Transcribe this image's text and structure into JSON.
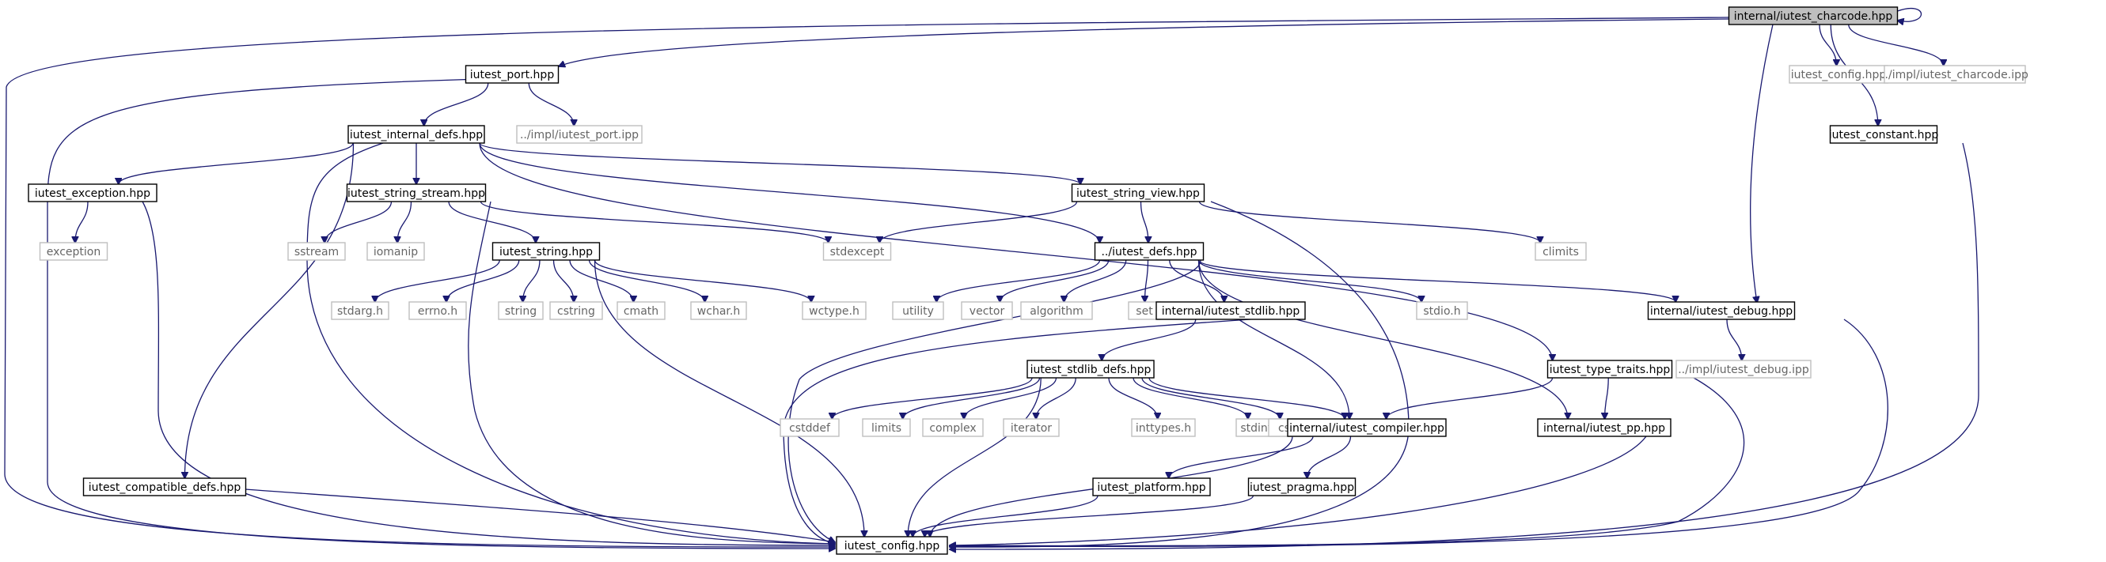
{
  "colors": {
    "edge": "#191970",
    "root_fill": "#bfbfbf",
    "external_border": "#bfbfbf",
    "external_text": "#666666"
  },
  "nodes": [
    {
      "id": "charcode",
      "label": "internal/iutest_charcode.hpp",
      "kind": "root"
    },
    {
      "id": "port",
      "label": "iutest_port.hpp",
      "kind": "local"
    },
    {
      "id": "cfg_top",
      "label": "iutest_config.hpp",
      "kind": "external"
    },
    {
      "id": "charcode_ipp",
      "label": "../impl/iutest_charcode.ipp",
      "kind": "external"
    },
    {
      "id": "internal_defs",
      "label": "iutest_internal_defs.hpp",
      "kind": "local"
    },
    {
      "id": "port_ipp",
      "label": "../impl/iutest_port.ipp",
      "kind": "external"
    },
    {
      "id": "constant",
      "label": "iutest_constant.hpp",
      "kind": "local"
    },
    {
      "id": "exception_hpp",
      "label": "iutest_exception.hpp",
      "kind": "local"
    },
    {
      "id": "string_stream",
      "label": "iutest_string_stream.hpp",
      "kind": "local"
    },
    {
      "id": "string_view",
      "label": "iutest_string_view.hpp",
      "kind": "local"
    },
    {
      "id": "exception",
      "label": "exception",
      "kind": "external"
    },
    {
      "id": "sstream",
      "label": "sstream",
      "kind": "external"
    },
    {
      "id": "iomanip",
      "label": "iomanip",
      "kind": "external"
    },
    {
      "id": "string_hpp",
      "label": "iutest_string.hpp",
      "kind": "local"
    },
    {
      "id": "stdexcept",
      "label": "stdexcept",
      "kind": "external"
    },
    {
      "id": "defs",
      "label": "../iutest_defs.hpp",
      "kind": "local"
    },
    {
      "id": "climits",
      "label": "climits",
      "kind": "external"
    },
    {
      "id": "stdarg",
      "label": "stdarg.h",
      "kind": "external"
    },
    {
      "id": "errno",
      "label": "errno.h",
      "kind": "external"
    },
    {
      "id": "string",
      "label": "string",
      "kind": "external"
    },
    {
      "id": "cstring",
      "label": "cstring",
      "kind": "external"
    },
    {
      "id": "cmath",
      "label": "cmath",
      "kind": "external"
    },
    {
      "id": "wchar",
      "label": "wchar.h",
      "kind": "external"
    },
    {
      "id": "wctype",
      "label": "wctype.h",
      "kind": "external"
    },
    {
      "id": "utility",
      "label": "utility",
      "kind": "external"
    },
    {
      "id": "vector",
      "label": "vector",
      "kind": "external"
    },
    {
      "id": "algorithm",
      "label": "algorithm",
      "kind": "external"
    },
    {
      "id": "set",
      "label": "set",
      "kind": "external"
    },
    {
      "id": "stdlib",
      "label": "internal/iutest_stdlib.hpp",
      "kind": "local"
    },
    {
      "id": "stdio",
      "label": "stdio.h",
      "kind": "external"
    },
    {
      "id": "debug",
      "label": "internal/iutest_debug.hpp",
      "kind": "local"
    },
    {
      "id": "debug_ipp",
      "label": "../impl/iutest_debug.ipp",
      "kind": "external"
    },
    {
      "id": "stdlib_defs",
      "label": "iutest_stdlib_defs.hpp",
      "kind": "local"
    },
    {
      "id": "type_traits",
      "label": "iutest_type_traits.hpp",
      "kind": "local"
    },
    {
      "id": "cstddef",
      "label": "cstddef",
      "kind": "external"
    },
    {
      "id": "limits",
      "label": "limits",
      "kind": "external"
    },
    {
      "id": "complex",
      "label": "complex",
      "kind": "external"
    },
    {
      "id": "iterator",
      "label": "iterator",
      "kind": "external"
    },
    {
      "id": "inttypes",
      "label": "inttypes.h",
      "kind": "external"
    },
    {
      "id": "stdint",
      "label": "stdint.h",
      "kind": "external"
    },
    {
      "id": "cstdlib",
      "label": "cstdlib",
      "kind": "external"
    },
    {
      "id": "compiler",
      "label": "internal/iutest_compiler.hpp",
      "kind": "local"
    },
    {
      "id": "pp",
      "label": "internal/iutest_pp.hpp",
      "kind": "local"
    },
    {
      "id": "compatible",
      "label": "iutest_compatible_defs.hpp",
      "kind": "local"
    },
    {
      "id": "platform",
      "label": "iutest_platform.hpp",
      "kind": "local"
    },
    {
      "id": "pragma",
      "label": "iutest_pragma.hpp",
      "kind": "local"
    },
    {
      "id": "config",
      "label": "iutest_config.hpp",
      "kind": "local"
    }
  ],
  "edges": [
    [
      "charcode",
      "charcode"
    ],
    [
      "charcode",
      "port"
    ],
    [
      "charcode",
      "config"
    ],
    [
      "charcode",
      "cfg_top"
    ],
    [
      "charcode",
      "charcode_ipp"
    ],
    [
      "charcode",
      "debug"
    ],
    [
      "charcode",
      "constant"
    ],
    [
      "port",
      "internal_defs"
    ],
    [
      "port",
      "port_ipp"
    ],
    [
      "port",
      "config"
    ],
    [
      "internal_defs",
      "exception_hpp"
    ],
    [
      "internal_defs",
      "compatible"
    ],
    [
      "internal_defs",
      "string_stream"
    ],
    [
      "internal_defs",
      "string_view"
    ],
    [
      "internal_defs",
      "defs"
    ],
    [
      "internal_defs",
      "type_traits"
    ],
    [
      "internal_defs",
      "config"
    ],
    [
      "exception_hpp",
      "exception"
    ],
    [
      "exception_hpp",
      "config"
    ],
    [
      "string_stream",
      "sstream"
    ],
    [
      "string_stream",
      "iomanip"
    ],
    [
      "string_stream",
      "string_hpp"
    ],
    [
      "string_stream",
      "stdexcept"
    ],
    [
      "string_stream",
      "config"
    ],
    [
      "string_view",
      "stdexcept"
    ],
    [
      "string_view",
      "defs"
    ],
    [
      "string_view",
      "climits"
    ],
    [
      "string_view",
      "config"
    ],
    [
      "string_hpp",
      "stdarg"
    ],
    [
      "string_hpp",
      "errno"
    ],
    [
      "string_hpp",
      "string"
    ],
    [
      "string_hpp",
      "cstring"
    ],
    [
      "string_hpp",
      "cmath"
    ],
    [
      "string_hpp",
      "wchar"
    ],
    [
      "string_hpp",
      "wctype"
    ],
    [
      "string_hpp",
      "config"
    ],
    [
      "defs",
      "utility"
    ],
    [
      "defs",
      "vector"
    ],
    [
      "defs",
      "algorithm"
    ],
    [
      "defs",
      "set"
    ],
    [
      "defs",
      "stdlib"
    ],
    [
      "defs",
      "stdio"
    ],
    [
      "defs",
      "debug"
    ],
    [
      "defs",
      "compiler"
    ],
    [
      "defs",
      "pp"
    ],
    [
      "defs",
      "config"
    ],
    [
      "stdlib",
      "stdlib_defs"
    ],
    [
      "stdlib",
      "config"
    ],
    [
      "stdlib_defs",
      "cstddef"
    ],
    [
      "stdlib_defs",
      "limits"
    ],
    [
      "stdlib_defs",
      "complex"
    ],
    [
      "stdlib_defs",
      "iterator"
    ],
    [
      "stdlib_defs",
      "inttypes"
    ],
    [
      "stdlib_defs",
      "stdint"
    ],
    [
      "stdlib_defs",
      "cstdlib"
    ],
    [
      "stdlib_defs",
      "compiler"
    ],
    [
      "stdlib_defs",
      "config"
    ],
    [
      "debug",
      "debug_ipp"
    ],
    [
      "debug",
      "config"
    ],
    [
      "type_traits",
      "compiler"
    ],
    [
      "type_traits",
      "pp"
    ],
    [
      "type_traits",
      "config"
    ],
    [
      "compiler",
      "platform"
    ],
    [
      "compiler",
      "pragma"
    ],
    [
      "compiler",
      "config"
    ],
    [
      "pp",
      "config"
    ],
    [
      "compatible",
      "config"
    ],
    [
      "platform",
      "config"
    ],
    [
      "pragma",
      "config"
    ],
    [
      "constant",
      "config"
    ]
  ]
}
